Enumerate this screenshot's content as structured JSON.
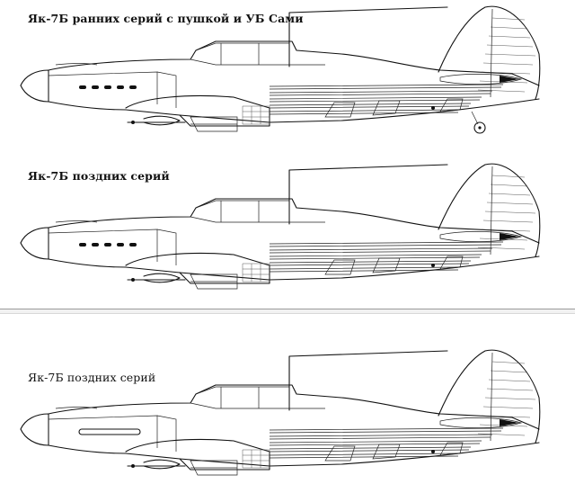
{
  "captions": {
    "top": "Як-7Б ранних серий с пушкой и УБ Сами",
    "middle": "Як-7Б поздних серий",
    "bottom": "Як-7Б поздних серий"
  },
  "drawings": [
    {
      "variant": "early-series",
      "tail_wheel": true,
      "long_exhaust": false
    },
    {
      "variant": "late-series",
      "tail_wheel": false,
      "long_exhaust": false
    },
    {
      "variant": "late-series",
      "tail_wheel": false,
      "long_exhaust": true
    }
  ],
  "colors": {
    "line": "#111111",
    "background": "#ffffff",
    "separator": "#9a9a9a"
  }
}
